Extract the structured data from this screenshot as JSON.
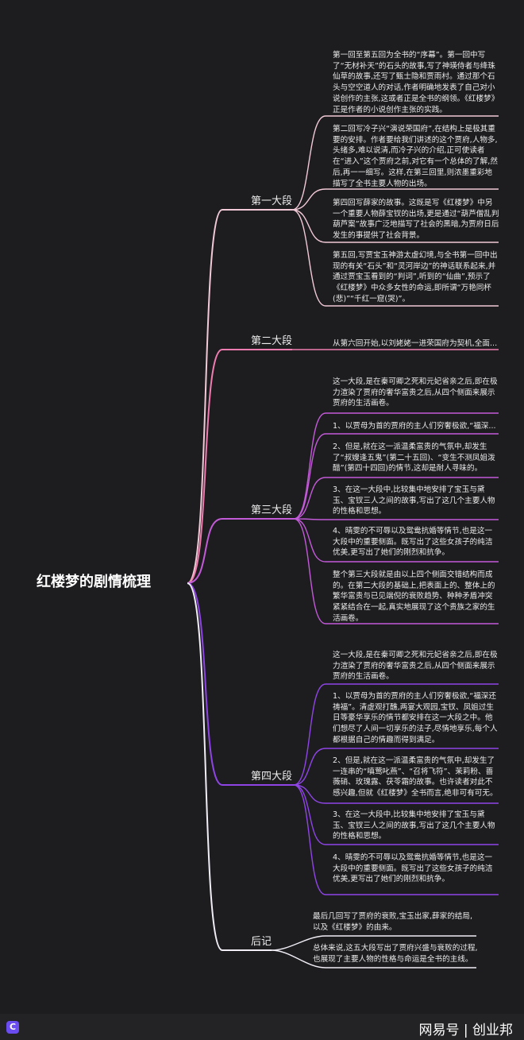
{
  "root": "红楼梦的剧情梳理",
  "colors": {
    "s1": "#f2c9d6",
    "s2": "#f07cb0",
    "s3": "#c35ad8",
    "s4": "#8f45e6",
    "s5": "#f2eef6"
  },
  "sections": [
    {
      "label": "第一大段",
      "leaves": [
        "第一回至第五回为全书的“序幕”。第一回中写了“无材补天”的石头的故事,写了神瑛侍者与绛珠仙草的故事,还写了甄士隐和贾雨村。通过那个石头与空空道人的对话,作者明确地发表了自己对小说创作的主张,这或者正是全书的纲领。《红楼梦》正是作者的小说创作主张的实践。",
        "第二回写冷子兴“演说荣国府”,在结构上是极其重要的安排。作者要给我们讲述的这个贾府,人物多,头绪多,难以说清,而冷子兴的介绍,正可使读者在“进入”这个贾府之前,对它有一个总体的了解,然后,再一一细写。这样,在第三回里,则浓墨重彩地描写了全书主要人物的出场。",
        "第四回写薛家的故事。这既是写《红楼梦》中另一个重要人物薛宝钗的出场,更是通过“葫芦僧乱判葫芦案”故事广泛地描写了社会的黑暗,为贾府日后发生的事提供了社会背景。",
        "第五回,写贾宝玉神游太虚幻境,与全书第一回中出现的有关“石头”和“灵河岸边”的神话联系起来,并通过贾宝玉看到的“判词”,听到的“仙曲”,预示了《红楼梦》中众多女性的命运,即所谓“万艳同杯(悲)”“千红一窟(哭)”。"
      ]
    },
    {
      "label": "第二大段",
      "leaves": [
        "从第六回开始,以刘姥姥一进荣国府为契机,全面..."
      ]
    },
    {
      "label": "第三大段",
      "leaves": [
        "这一大段,是在秦可卿之死和元妃省亲之后,即在极力渲染了贾府的奢华富贵之后,从四个侧面来展示贾府的生活画卷。",
        "1、以贾母为首的贾府的主人们穷奢极欲,“福深...",
        "2、但是,就在这一派温柔富贵的气氛中,却发生了“叔嫂逢五鬼”(第二十五回)、“变生不测凤姐泼醋”(第四十四回)的情节,这却是耐人寻味的。",
        "3、在这一大段中,比较集中地安排了宝玉与黛玉、宝钗三人之间的故事,写出了这几个主要人物的性格和思想。",
        "4、晴雯的不可辱以及鸳鸯抗婚等情节,也是这一大段中的重要侧面。既写出了这些女孩子的纯洁优美,更写出了她们的刚烈和抗争。",
        "整个第三大段就是由以上四个侧面交错结构而成的。在第二大段的基础上,把表面上的、整体上的繁华富贵与已见端倪的衰败趋势、种种矛盾冲突紧紧结合在一起,真实地展现了这个贵族之家的生活画卷。"
      ]
    },
    {
      "label": "第四大段",
      "leaves": [
        "这一大段,是在秦可卿之死和元妃省亲之后,即在极力渲染了贾府的奢华富贵之后,从四个侧面来展示贾府的生活画卷。",
        "1、以贾母为首的贾府的主人们穷奢极欲,“福深还祷福”。清虚观打醮,两宴大观园,宝钗、凤姐过生日等豪华享乐的情节都安排在这一大段之中。他们想尽了人间一切享乐的法子,尽情地享乐,每个人都根据自己的情趣而得到满足。",
        "2、但是,就在这一派温柔富贵的气氛中,却发生了一连串的“嗔莺叱燕”、“召将飞符”、茉莉粉、蔷薇硝、玫瑰露、茯苓霜的故事。也许读者对此不感兴趣,但就《红楼梦》全书而言,绝非可有可无。",
        "3、在这一大段中,比较集中地安排了宝玉与黛玉、宝钗三人之间的故事,写出了这几个主要人物的性格和思想。",
        "4、晴雯的不可辱以及鸳鸯抗婚等情节,也是这一大段中的重要侧面。既写出了这些女孩子的纯洁优美,更写出了她们的刚烈和抗争。"
      ]
    },
    {
      "label": "后记",
      "leaves": [
        "最后几回写了贾府的衰败,宝玉出家,薛家的结局,以及《红楼梦》的由来。",
        "总体来说,这五大段写出了贾府兴盛与衰败的过程,也展现了主要人物的性格与命运是全书的主线。"
      ]
    }
  ],
  "footer": {
    "app_icon": "app-logo-icon",
    "app_glyph": "C",
    "watermark": "网易号 | 创业邦"
  }
}
